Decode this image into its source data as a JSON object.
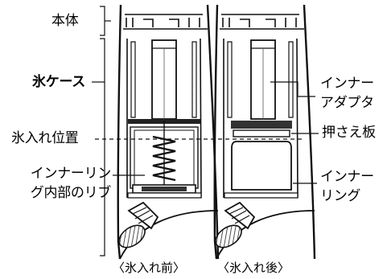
{
  "labels": {
    "main_body": "本体",
    "ice_case": "氷ケース",
    "ice_fill_position": "氷入れ位置",
    "inner_ring_rib_line1": "インナーリン",
    "inner_ring_rib_line2": "グ内部のリブ",
    "inner_adapter_line1": "インナー",
    "inner_adapter_line2": "アダプタ",
    "pressing_plate": "押さえ板",
    "inner_ring_line1": "インナー",
    "inner_ring_line2": "リング"
  },
  "captions": {
    "before": "〈氷入れ前〉",
    "after": "〈氷入れ後〉"
  }
}
